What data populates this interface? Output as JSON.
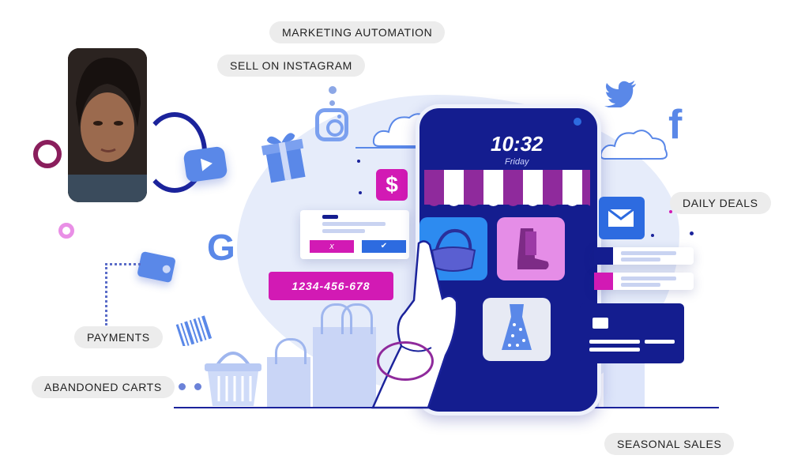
{
  "labels": {
    "marketing_automation": "MARKETING AUTOMATION",
    "sell_on_instagram": "SELL ON INSTAGRAM",
    "daily_deals": "DAILY DEALS",
    "payments": "PAYMENTS",
    "abandoned_carts": "ABANDONED CARTS",
    "seasonal_sales": "SEASONAL SALES"
  },
  "phone": {
    "time": "10:32",
    "day": "Friday"
  },
  "form": {
    "cancel_label": "x",
    "confirm_label": "✔",
    "phone_number": "1234-456-678"
  },
  "icons": {
    "dollar": "$",
    "google": "G",
    "facebook": "f"
  },
  "colors": {
    "navy": "#141d8f",
    "magenta": "#d21ab4",
    "purple": "#8f2a9c",
    "blue_light": "#5a88e8",
    "pink_circle": "#8a1e5c"
  }
}
